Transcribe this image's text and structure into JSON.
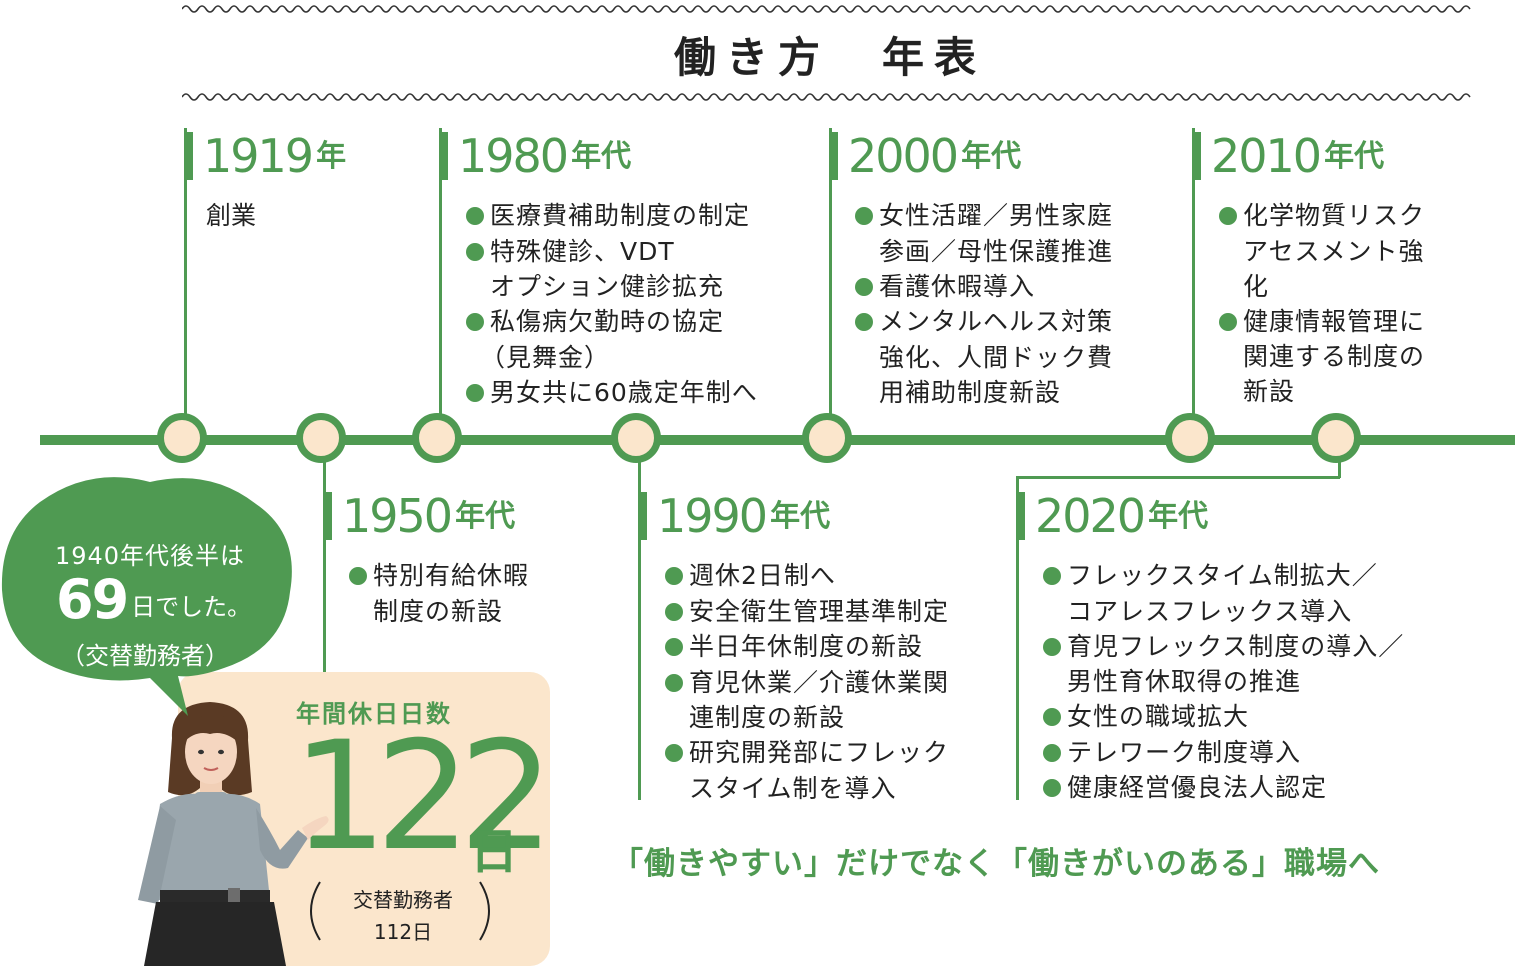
{
  "title": "働き方　年表",
  "timeline": {
    "y1919": {
      "year": "1919",
      "suffix": "年",
      "text": "創業"
    },
    "y1950": {
      "year": "1950",
      "suffix": "年代",
      "items": [
        "特別有給休暇",
        "制度の新設"
      ]
    },
    "y1980": {
      "year": "1980",
      "suffix": "年代",
      "items": [
        "医療費補助制度の制定",
        "特殊健診、VDT",
        "オプション健診拡充",
        "私傷病欠勤時の協定",
        "（見舞金）",
        "男女共に60歳定年制へ"
      ]
    },
    "y1990": {
      "year": "1990",
      "suffix": "年代",
      "items": [
        "週休2日制へ",
        "安全衛生管理基準制定",
        "半日年休制度の新設",
        "育児休業／介護休業関",
        "連制度の新設",
        "研究開発部にフレック",
        "スタイム制を導入"
      ]
    },
    "y2000": {
      "year": "2000",
      "suffix": "年代",
      "items": [
        "女性活躍／男性家庭",
        "参画／母性保護推進",
        "看護休暇導入",
        "メンタルヘルス対策",
        "強化、人間ドック費",
        "用補助制度新設"
      ]
    },
    "y2010": {
      "year": "2010",
      "suffix": "年代",
      "items": [
        "化学物質リスク",
        "アセスメント強",
        "化",
        "健康情報管理に",
        "関連する制度の",
        "新設"
      ]
    },
    "y2020": {
      "year": "2020",
      "suffix": "年代",
      "items": [
        "フレックスタイム制拡大／",
        "コアレスフレックス導入",
        "育児フレックス制度の導入／",
        "男性育休取得の推進",
        "女性の職域拡大",
        "テレワーク制度導入",
        "健康経営優良法人認定"
      ]
    }
  },
  "bubble": {
    "line1": "1940年代後半は",
    "number": "69",
    "unit": "日でした。",
    "note": "（交替勤務者）"
  },
  "holidays": {
    "label": "年間休日日数",
    "number": "122",
    "unit": "日",
    "shift_label": "交替勤務者",
    "shift_value": "112日"
  },
  "slogan": "「働きやすい」だけでなく「働きがいのある」職場へ",
  "colors": {
    "accent": "#4f9a52",
    "cream": "#fbe6cc"
  }
}
